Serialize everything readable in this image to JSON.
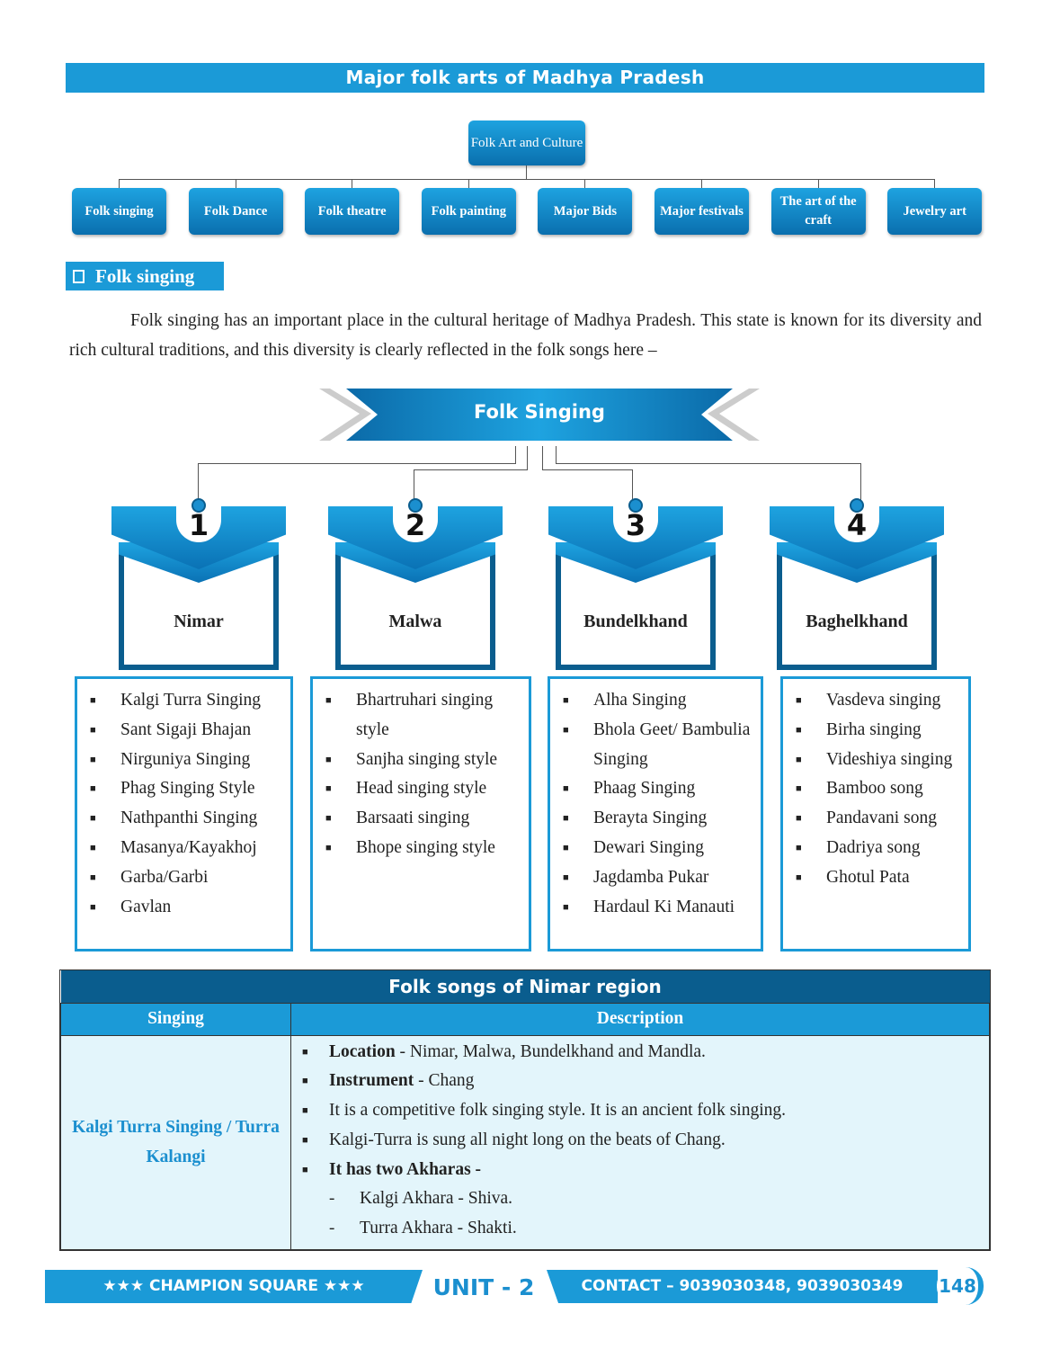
{
  "title": "Major folk arts of Madhya Pradesh",
  "org": {
    "root": "Folk Art and Culture",
    "children": [
      "Folk singing",
      "Folk Dance",
      "Folk theatre",
      "Folk painting",
      "Major Bids",
      "Major festivals",
      "The art of the craft",
      "Jewelry art"
    ]
  },
  "section": {
    "heading": "Folk singing",
    "paragraph": "Folk singing has an important place in the cultural heritage of Madhya Pradesh. This state is known for its diversity and rich cultural traditions, and this diversity is clearly reflected in the folk songs here –"
  },
  "banner": "Folk Singing",
  "regions": [
    {
      "num": "1",
      "name": "Nimar",
      "items": [
        "Kalgi Turra Singing",
        "Sant Sigaji Bhajan",
        "Nirguniya Singing",
        "Phag Singing Style",
        "Nathpanthi Singing",
        "Masanya/Kayakhoj",
        "Garba/Garbi",
        "Gavlan"
      ]
    },
    {
      "num": "2",
      "name": "Malwa",
      "items": [
        "Bhartruhari singing style",
        "Sanjha singing style",
        "Head singing style",
        "Barsaati singing",
        "Bhope singing style"
      ]
    },
    {
      "num": "3",
      "name": "Bundelkhand",
      "items": [
        "Alha Singing",
        "Bhola Geet/ Bambulia Singing",
        "Phaag Singing",
        "Berayta Singing",
        "Dewari Singing",
        "Jagdamba Pukar",
        "Hardaul Ki Manauti"
      ]
    },
    {
      "num": "4",
      "name": "Baghelkhand",
      "items": [
        "Vasdeva singing",
        "Birha singing",
        "Videshiya singing",
        "Bamboo song",
        "Pandavani song",
        "Dadriya song",
        "Ghotul Pata"
      ]
    }
  ],
  "table": {
    "title": "Folk songs of Nimar region",
    "headers": [
      "Singing",
      "Description"
    ],
    "singing": "Kalgi Turra Singing / Turra Kalangi",
    "points": [
      {
        "bold": "Location",
        "text": " - Nimar, Malwa, Bundelkhand and Mandla."
      },
      {
        "bold": "Instrument",
        "text": " - Chang"
      },
      {
        "bold": "",
        "text": "It is a competitive folk singing style. It is an ancient folk singing."
      },
      {
        "bold": "",
        "text": "Kalgi-Turra is sung all night long on the beats of Chang."
      },
      {
        "bold": "It has two Akharas -",
        "text": ""
      }
    ],
    "subpoints": [
      "Kalgi Akhara - Shiva.",
      "Turra Akhara - Shakti."
    ]
  },
  "footer": {
    "brand": "★★★ CHAMPION SQUARE ★★★",
    "unit": "UNIT - 2",
    "contact": "CONTACT – 9039030348, 9039030349",
    "page": "148"
  }
}
